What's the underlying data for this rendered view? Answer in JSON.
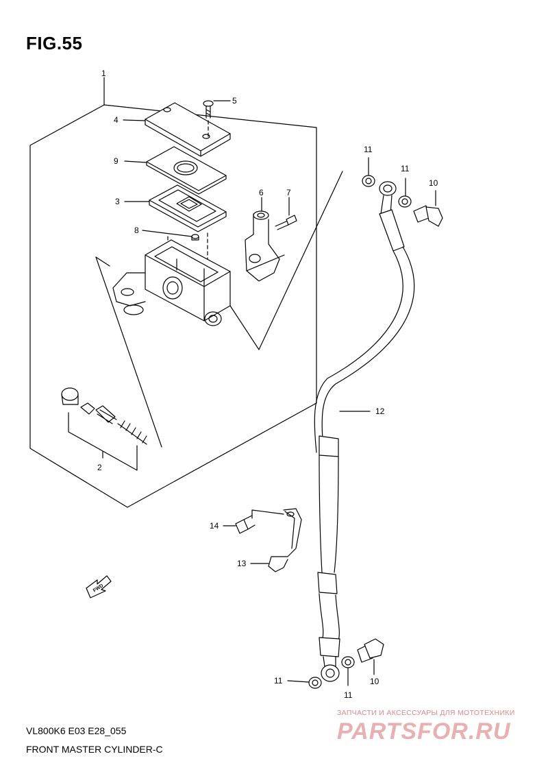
{
  "figure": {
    "title": "FIG.55"
  },
  "callouts": {
    "c1": "1",
    "c2": "2",
    "c3": "3",
    "c4": "4",
    "c5": "5",
    "c6": "6",
    "c7": "7",
    "c8": "8",
    "c9": "9",
    "c10a": "10",
    "c10b": "10",
    "c11a": "11",
    "c11b": "11",
    "c11c": "11",
    "c11d": "11",
    "c12": "12",
    "c13": "13",
    "c14": "14"
  },
  "fwd_label": "FWD",
  "footer": {
    "code": "VL800K6 E03 E28_055",
    "name": "FRONT MASTER CYLINDER-C"
  },
  "watermark": {
    "tagline": "ЗАПЧАСТИ И АКСЕССУАРЫ ДЛЯ МОТОТЕХНИКИ",
    "logo": "PARTSFOR.RU"
  }
}
